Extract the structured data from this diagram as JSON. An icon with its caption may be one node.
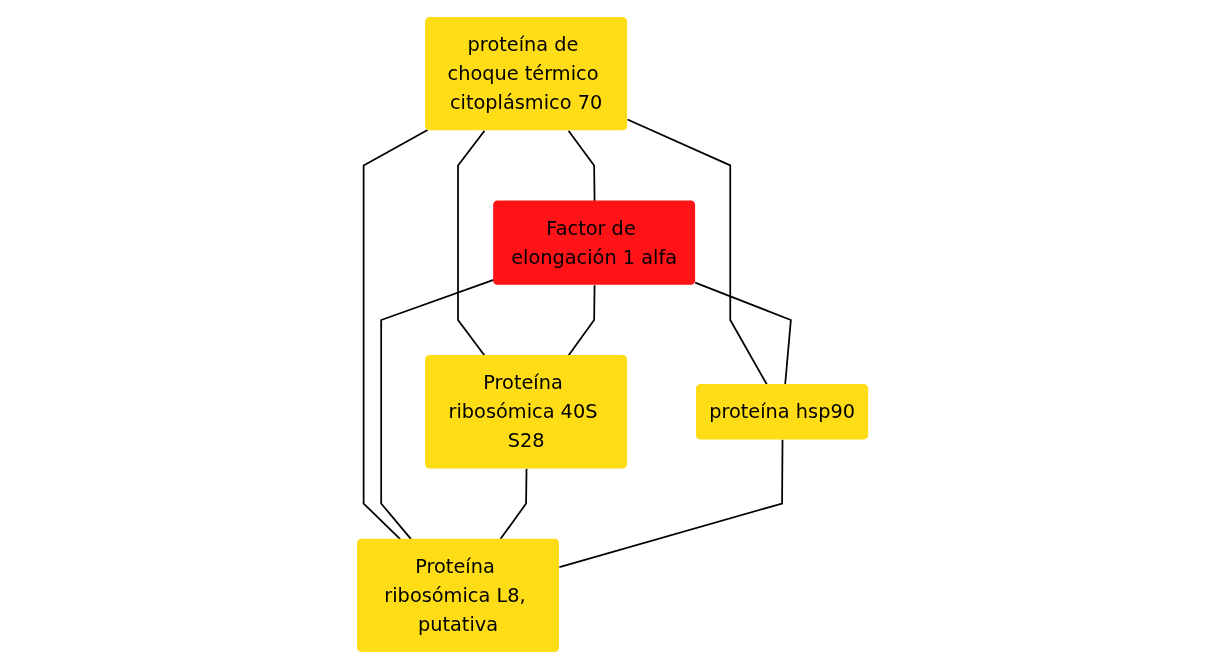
{
  "diagram": {
    "nodes": [
      {
        "text": [
          "proteína de choque térmico citoplásmico 70"
        ]
      },
      {
        "text": [
          "Proteína ribosómica 40S S28"
        ]
      },
      {
        "text": [
          "Factor de elongación 1 alfa"
        ]
      },
      {
        "text": [
          "proteína hsp90"
        ]
      },
      {
        "text": [
          "Proteína ribosómica L8, putativa"
        ]
      }
    ],
    "edges": [
      {
        "from": 0,
        "to": 2,
        "arrow": "none"
      },
      {
        "from": 0,
        "to": 4,
        "arrow": "none"
      },
      {
        "from": 0,
        "to": 1,
        "arrow": "none"
      },
      {
        "from": 0,
        "to": 3,
        "arrow": "none"
      },
      {
        "from": 2,
        "to": 1,
        "arrow": "none"
      },
      {
        "from": 2,
        "to": 3,
        "arrow": "none"
      },
      {
        "from": 2,
        "to": 4,
        "arrow": "none"
      },
      {
        "from": 1,
        "to": 4,
        "arrow": "none"
      },
      {
        "from": 3,
        "to": 4,
        "arrow": "none"
      }
    ]
  }
}
